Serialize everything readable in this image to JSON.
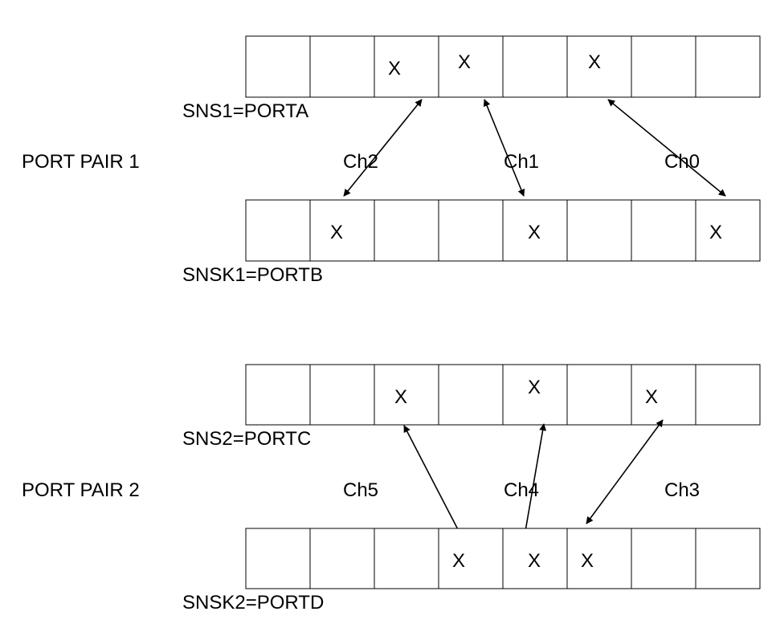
{
  "pairs": [
    {
      "label": "PORT PAIR 1",
      "top_register": "SNS1=PORTA",
      "bottom_register": "SNSK1=PORTB",
      "top_marks": [
        "",
        "",
        "X",
        "X",
        "",
        "X",
        "",
        ""
      ],
      "bottom_marks": [
        "",
        "X",
        "",
        "",
        "X",
        "",
        "",
        "X"
      ],
      "channels": [
        "Ch2",
        "Ch1",
        "Ch0"
      ]
    },
    {
      "label": "PORT PAIR 2",
      "top_register": "SNS2=PORTC",
      "bottom_register": "SNSK2=PORTD",
      "top_marks": [
        "",
        "",
        "X",
        "",
        "X",
        "",
        "X",
        ""
      ],
      "bottom_marks": [
        "",
        "",
        "",
        "X",
        "X",
        "X",
        "",
        ""
      ],
      "channels": [
        "Ch5",
        "Ch4",
        "Ch3"
      ]
    }
  ]
}
